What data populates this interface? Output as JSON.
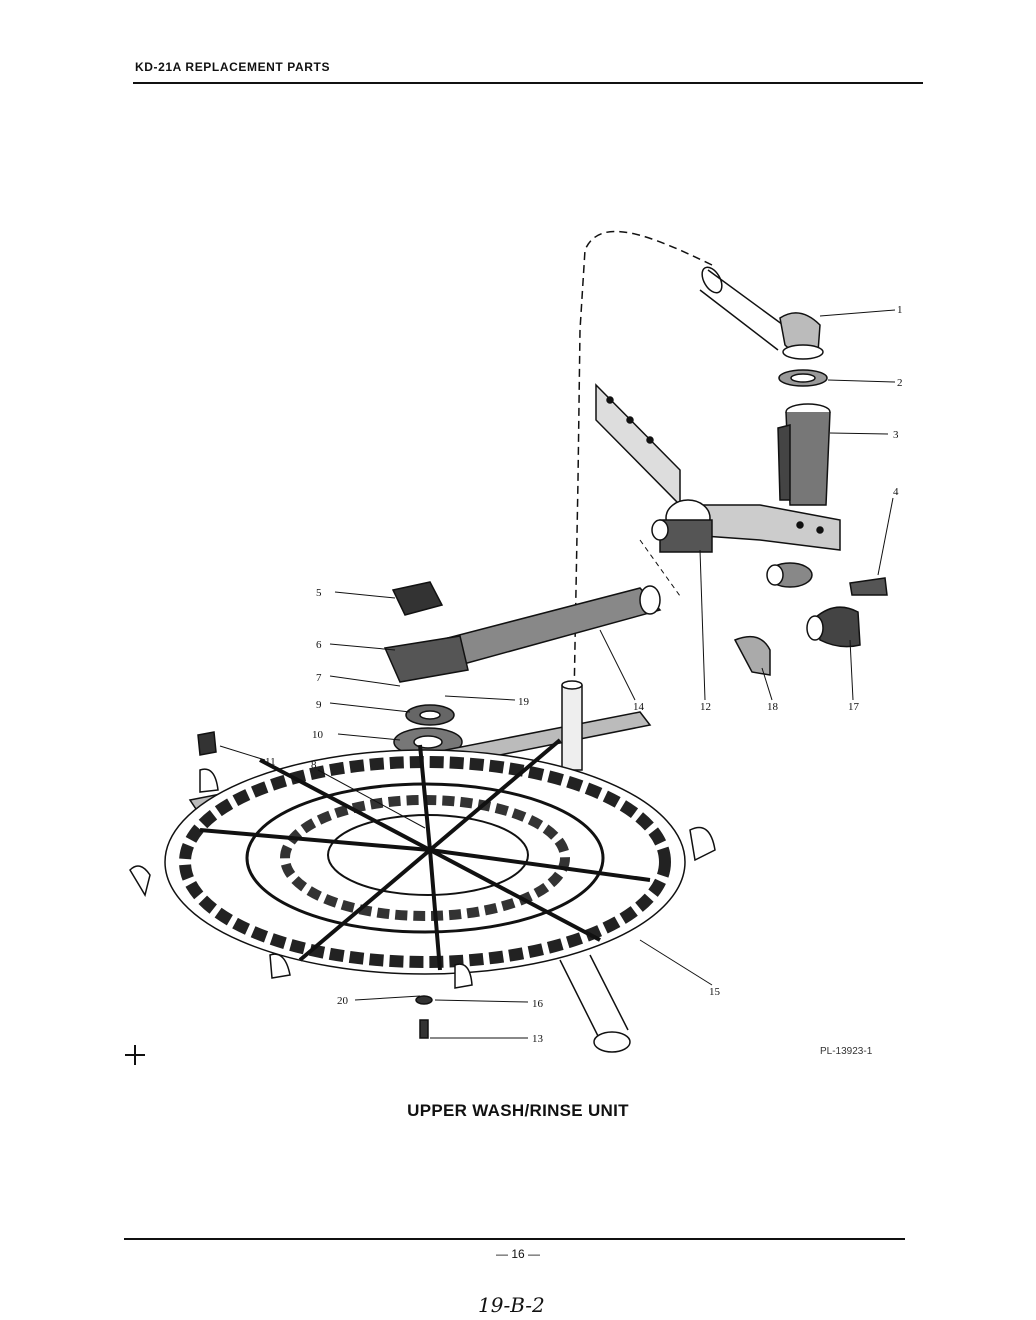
{
  "header": {
    "title": "KD-21A REPLACEMENT PARTS"
  },
  "diagram": {
    "callouts": [
      "1",
      "2",
      "3",
      "4",
      "5",
      "6",
      "7",
      "8",
      "9",
      "10",
      "11",
      "12",
      "13",
      "14",
      "15",
      "16",
      "17",
      "18",
      "19",
      "20"
    ],
    "plate_number": "PL-13923-1"
  },
  "caption": "UPPER WASH/RINSE UNIT",
  "footer": {
    "page_number": "— 16 —",
    "handwritten_note": "19-B-2"
  }
}
